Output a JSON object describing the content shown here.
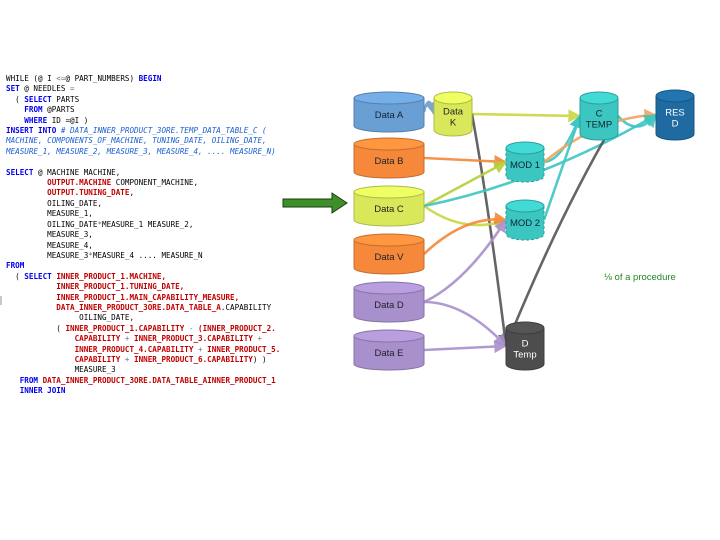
{
  "code_lines": [
    [
      {
        "t": "WHILE (@ I "
      },
      {
        "t": "<=",
        "c": "sym"
      },
      {
        "t": "@ PART_NUMBERS) "
      },
      {
        "t": "BEGIN",
        "c": "kw"
      }
    ],
    [
      {
        "t": "SET",
        "c": "kw"
      },
      {
        "t": " @ NEEDLES "
      },
      {
        "t": "=",
        "c": "sym"
      }
    ],
    [
      {
        "t": "  ( "
      },
      {
        "t": "SELECT",
        "c": "kw"
      },
      {
        "t": " PARTS"
      }
    ],
    [
      {
        "t": "    "
      },
      {
        "t": "FROM",
        "c": "kw"
      },
      {
        "t": " @PARTS"
      }
    ],
    [
      {
        "t": "    "
      },
      {
        "t": "WHERE",
        "c": "kw"
      },
      {
        "t": " ID =@I )"
      }
    ],
    [
      {
        "t": "INSERT INTO",
        "c": "kw"
      },
      {
        "t": " # DATA_INNER_PRODUCT_3ORE.TEMP_DATA_TABLE_C (",
        "c": "it"
      }
    ],
    [
      {
        "t": "MACHINE, COMPONENTS_OF_MACHINE, TUNING_DATE, OILING_DATE,",
        "c": "it"
      }
    ],
    [
      {
        "t": "MEASURE_1, MEASURE_2, MEASURE_3, MEASURE_4, .... MEASURE_N)",
        "c": "it"
      }
    ],
    [
      {
        "t": ""
      }
    ],
    [
      {
        "t": "SELECT",
        "c": "kw"
      },
      {
        "t": " @ MACHINE MACHINE,"
      }
    ],
    [
      {
        "t": "         "
      },
      {
        "t": "OUTPUT.MACHINE",
        "c": "red"
      },
      {
        "t": " COMPONENT_MACHINE,"
      }
    ],
    [
      {
        "t": "         "
      },
      {
        "t": "OUTPUT.TUNING_DATE",
        "c": "red"
      },
      {
        "t": ","
      }
    ],
    [
      {
        "t": "         OILING_DATE,"
      }
    ],
    [
      {
        "t": "         MEASURE_1,"
      }
    ],
    [
      {
        "t": "         OILING_DATE"
      },
      {
        "t": "*",
        "c": "sym"
      },
      {
        "t": "MEASURE_1 MEASURE_2,"
      }
    ],
    [
      {
        "t": "         MEASURE_3,"
      }
    ],
    [
      {
        "t": "         MEASURE_4,"
      }
    ],
    [
      {
        "t": "         MEASURE_3"
      },
      {
        "t": "*",
        "c": "sym"
      },
      {
        "t": "MEASURE_4 .... MEASURE_N"
      }
    ],
    [
      {
        "t": "FROM",
        "c": "kw"
      }
    ],
    [
      {
        "t": "  ( "
      },
      {
        "t": "SELECT",
        "c": "kw"
      },
      {
        "t": " "
      },
      {
        "t": "INNER_PRODUCT_1.MACHINE,",
        "c": "red"
      }
    ],
    [
      {
        "t": "           "
      },
      {
        "t": "INNER_PRODUCT_1.TUNING_DATE,",
        "c": "red"
      }
    ],
    [
      {
        "t": "           "
      },
      {
        "t": "INNER_PRODUCT_1.MAIN_CAPABILITY_MEASURE,",
        "c": "red"
      }
    ],
    [
      {
        "t": "           "
      },
      {
        "t": "DATA_INNER_PRODUCT_3ORE.DATA_TABLE_A",
        "c": "red"
      },
      {
        "t": ".CAPABILITY"
      }
    ],
    [
      {
        "t": "                OILING_DATE,"
      }
    ],
    [
      {
        "t": "           ( "
      },
      {
        "t": "INNER_PRODUCT_1.CAPABILITY",
        "c": "red"
      },
      {
        "t": " "
      },
      {
        "t": "-",
        "c": "sym"
      },
      {
        "t": " (INNER_PRODUCT_2.",
        "c": "red"
      }
    ],
    [
      {
        "t": "               "
      },
      {
        "t": "CAPABILITY",
        "c": "red"
      },
      {
        "t": " + ",
        "c": "sym"
      },
      {
        "t": "INNER_PRODUCT_3.CAPABILITY",
        "c": "red"
      },
      {
        "t": " +",
        "c": "sym"
      }
    ],
    [
      {
        "t": "               "
      },
      {
        "t": "INNER_PRODUCT_4.CAPABILITY",
        "c": "red"
      },
      {
        "t": " + ",
        "c": "sym"
      },
      {
        "t": "INNER_PRODUCT_5.",
        "c": "red"
      }
    ],
    [
      {
        "t": "               "
      },
      {
        "t": "CAPABILITY",
        "c": "red"
      },
      {
        "t": " + ",
        "c": "sym"
      },
      {
        "t": "INNER_PRODUCT_6.CAPABILITY",
        "c": "red"
      },
      {
        "t": ") )"
      }
    ],
    [
      {
        "t": "               MEASURE_3"
      }
    ],
    [
      {
        "t": "   "
      },
      {
        "t": "FROM",
        "c": "kw"
      },
      {
        "t": " "
      },
      {
        "t": "DATA_INNER_PRODUCT_3ORE.DATA_TABLE_AINNER_PRODUCT_1",
        "c": "red"
      }
    ],
    [
      {
        "t": "   "
      },
      {
        "t": "INNER JOIN",
        "c": "kw"
      }
    ]
  ],
  "diagram": {
    "nodes": [
      {
        "id": "data-a",
        "label": "Data A",
        "color": "#6a9fd4",
        "ink": "#123"
      },
      {
        "id": "data-b",
        "label": "Data B",
        "color": "#f5883a",
        "ink": "#222"
      },
      {
        "id": "data-c",
        "label": "Data C",
        "color": "#d9e85a",
        "ink": "#222"
      },
      {
        "id": "data-v",
        "label": "Data V",
        "color": "#f5883a",
        "ink": "#222"
      },
      {
        "id": "data-d",
        "label": "Data D",
        "color": "#a890cc",
        "ink": "#222"
      },
      {
        "id": "data-e",
        "label": "Data E",
        "color": "#a890cc",
        "ink": "#222"
      },
      {
        "id": "data-k",
        "label": [
          "Data",
          "K"
        ],
        "color": "#d9e85a",
        "ink": "#222"
      },
      {
        "id": "mod-1",
        "label": "MOD 1",
        "color": "#3cc6c2",
        "ink": "#123"
      },
      {
        "id": "mod-2",
        "label": "MOD 2",
        "color": "#3cc6c2",
        "ink": "#123"
      },
      {
        "id": "c-temp",
        "label": [
          "C",
          "TEMP"
        ],
        "color": "#3cc6c2",
        "ink": "#123"
      },
      {
        "id": "res-d",
        "label": [
          "RES",
          "D"
        ],
        "color": "#1f6aa0",
        "ink": "#ffffff"
      },
      {
        "id": "d-temp",
        "label": [
          "D",
          "Temp"
        ],
        "color": "#4d4d4d",
        "ink": "#ffffff"
      }
    ],
    "edges": [
      {
        "from": "data-a",
        "to": "data-k",
        "color": "#6f9bcc"
      },
      {
        "from": "data-k",
        "to": "c-temp",
        "color": "#c8d640"
      },
      {
        "from": "c-temp",
        "to": "res-d",
        "color": "#3cc6c2"
      },
      {
        "from": "data-k",
        "to": "d-temp",
        "color": "#555555"
      },
      {
        "from": "data-b",
        "to": "mod-1",
        "color": "#f5883a"
      },
      {
        "from": "mod-1",
        "to": "c-temp",
        "color": "#3cc6c2"
      },
      {
        "from": "mod-1",
        "to": "res-d",
        "color": "#f5a35f"
      },
      {
        "from": "data-c",
        "to": "mod-1",
        "color": "#b6cf3a"
      },
      {
        "from": "data-c",
        "to": "mod-2",
        "color": "#c8d640"
      },
      {
        "from": "data-v",
        "to": "mod-2",
        "color": "#f5883a"
      },
      {
        "from": "mod-2",
        "to": "c-temp",
        "color": "#3cc6c2"
      },
      {
        "from": "data-d",
        "to": "mod-2",
        "color": "#a890cc"
      },
      {
        "from": "data-d",
        "to": "d-temp",
        "color": "#a890cc"
      },
      {
        "from": "data-e",
        "to": "d-temp",
        "color": "#a890cc"
      },
      {
        "from": "data-c",
        "to": "res-d",
        "color": "#3cc6c2"
      },
      {
        "from": "c-temp",
        "to": "d-temp",
        "color": "#555555"
      }
    ]
  },
  "caption": "⅛ of a procedure",
  "colors": {
    "arrow_fill": "#3d8f2a",
    "arrow_stroke": "#1f3a12",
    "caption": "#228822"
  }
}
